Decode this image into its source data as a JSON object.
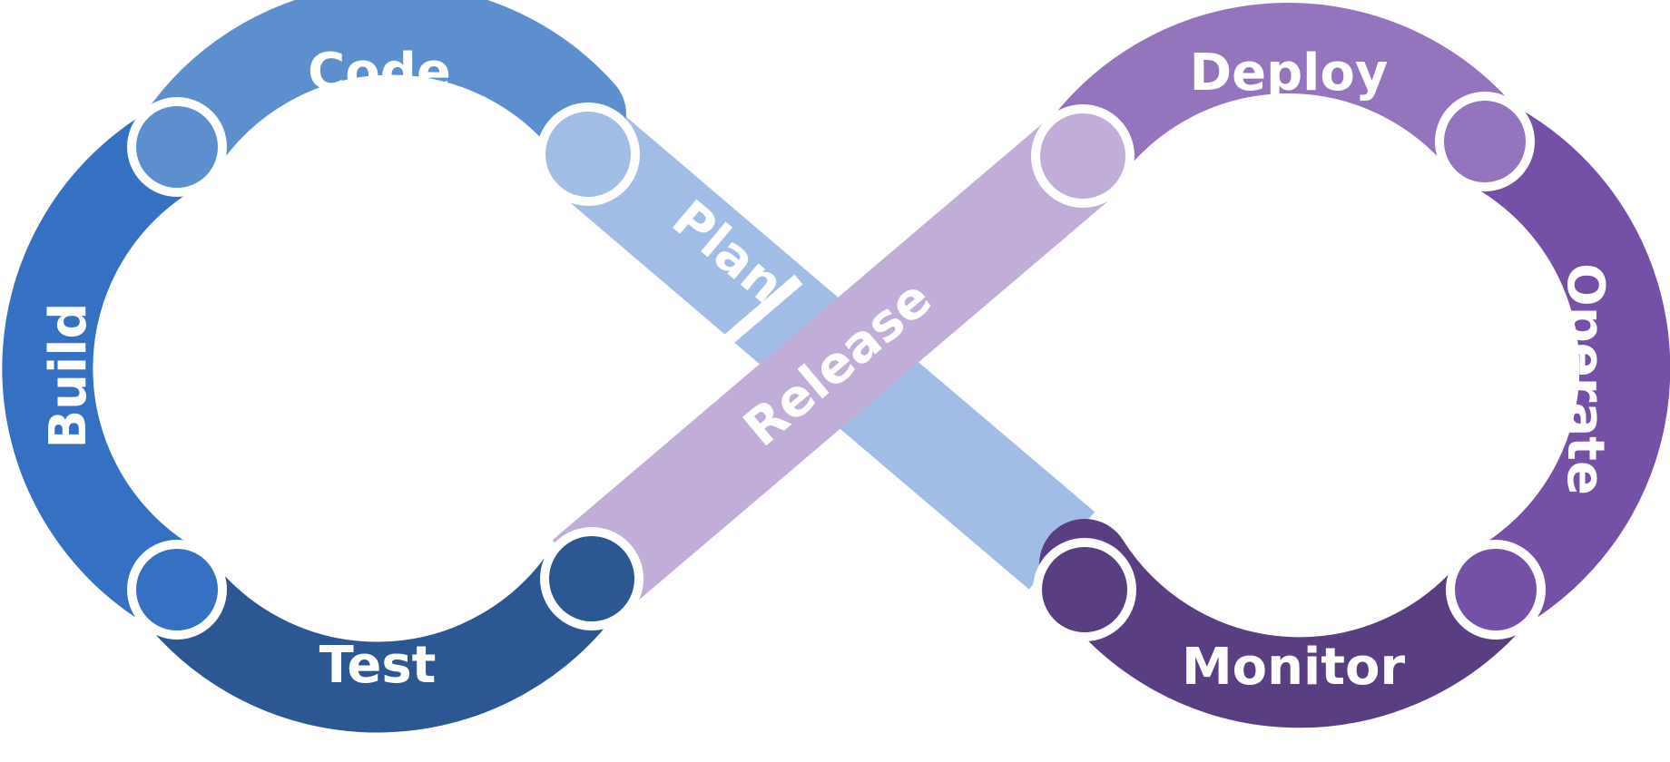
{
  "diagram": {
    "stages": [
      {
        "id": "plan",
        "label": "Plan",
        "color": "#A1BDE5"
      },
      {
        "id": "code",
        "label": "Code",
        "color": "#5D8FCF"
      },
      {
        "id": "build",
        "label": "Build",
        "color": "#3670C2"
      },
      {
        "id": "test",
        "label": "Test",
        "color": "#2C5793"
      },
      {
        "id": "release",
        "label": "Release",
        "color": "#C1AED8"
      },
      {
        "id": "deploy",
        "label": "Deploy",
        "color": "#9374BD"
      },
      {
        "id": "operate",
        "label": "Operate",
        "color": "#7450A7"
      },
      {
        "id": "monitor",
        "label": "Monitor",
        "color": "#5A3E82"
      }
    ]
  }
}
